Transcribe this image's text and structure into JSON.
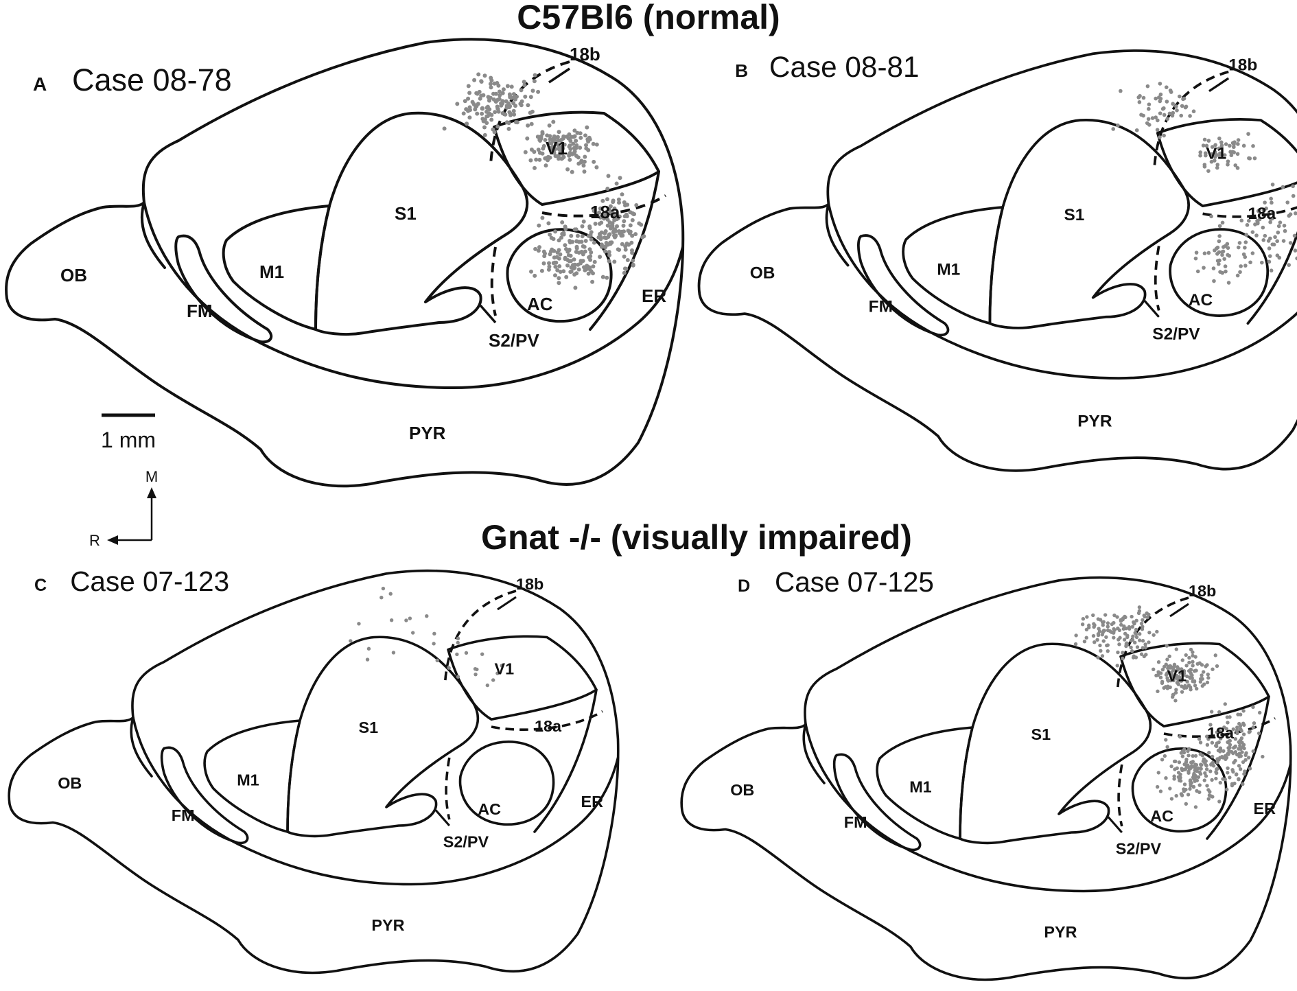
{
  "group_titles": {
    "normal": "C57Bl6 (normal)",
    "impaired": "Gnat -/- (visually impaired)"
  },
  "panels": [
    {
      "letter": "A",
      "case": "Case 08-78"
    },
    {
      "letter": "B",
      "case": "Case 08-81"
    },
    {
      "letter": "C",
      "case": "Case 07-123"
    },
    {
      "letter": "D",
      "case": "Case 07-125"
    }
  ],
  "regions": {
    "ob": "OB",
    "fm": "FM",
    "m1": "M1",
    "s1": "S1",
    "v1": "V1",
    "ac": "AC",
    "s2pv": "S2/PV",
    "er": "ER",
    "pyr": "PYR",
    "b18a": "18a",
    "b18b": "18b"
  },
  "scale_bar": {
    "label": "1 mm"
  },
  "compass": {
    "medial": "M",
    "rostral": "R"
  },
  "colors": {
    "outline": "#111111",
    "labeled_cells": "#8a8a8a"
  },
  "label_density_by_panel": {
    "A": "high",
    "B": "moderate",
    "C": "sparse",
    "D": "high"
  }
}
